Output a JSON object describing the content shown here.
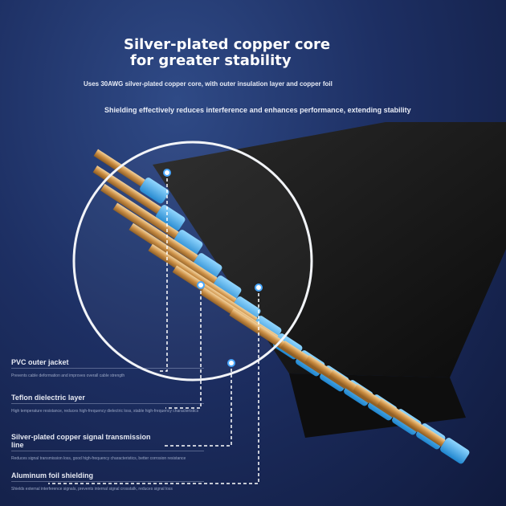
{
  "header": {
    "title_line1": "Silver-plated copper core",
    "title_line2": "for greater stability",
    "subtitle1": "Uses 30AWG silver-plated copper core, with outer insulation layer and copper foil",
    "subtitle2": "Shielding effectively reduces interference and enhances performance, extending stability"
  },
  "labels": [
    {
      "name": "PVC outer jacket",
      "desc": "Prevents cable deformation and improves overall cable strength"
    },
    {
      "name": "Teflon dielectric layer",
      "desc": "High temperature resistance, reduces high-frequency dielectric loss, stable high-frequency characteristics"
    },
    {
      "name": "Silver-plated copper signal transmission line",
      "desc": "Reduces signal transmission loss, good high-frequency characteristics, better corrosion resistance"
    },
    {
      "name": "Aluminum foil shielding",
      "desc": "Shields external interference signals, prevents internal signal crosstalk, reduces signal loss"
    }
  ],
  "colors": {
    "background": "#1d2f63",
    "jacket": "#141414",
    "insulation": "#39a9e6",
    "copper": "#d9a55d"
  }
}
